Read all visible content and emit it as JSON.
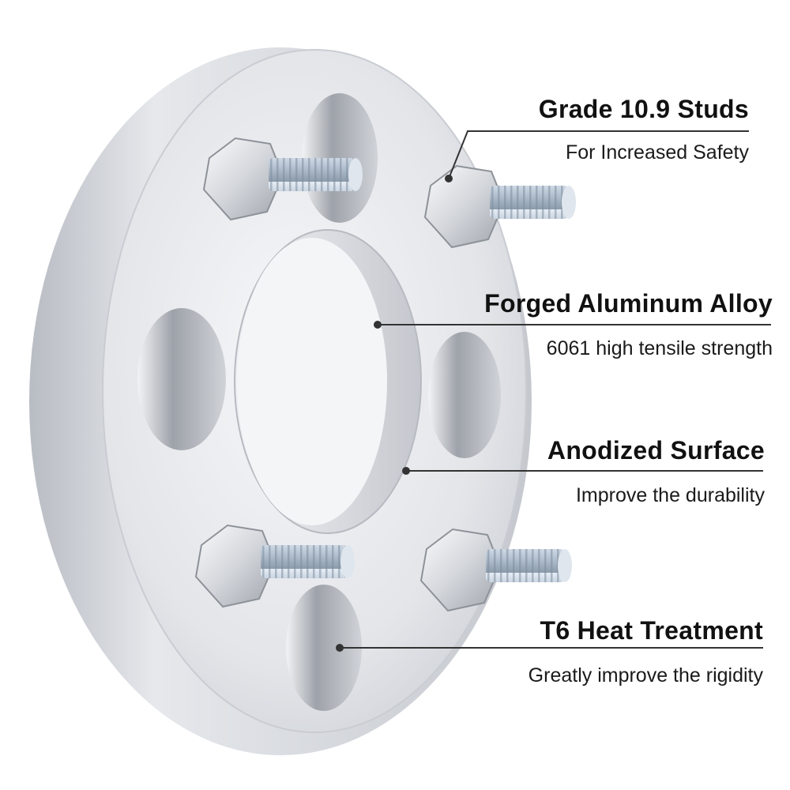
{
  "features": [
    {
      "title": "Grade 10.9 Studs",
      "subtitle": "For Increased Safety"
    },
    {
      "title": "Forged Aluminum Alloy",
      "subtitle": "6061 high tensile strength"
    },
    {
      "title": "Anodized Surface",
      "subtitle": "Improve the durability"
    },
    {
      "title": "T6 Heat Treatment",
      "subtitle": "Greatly improve the rigidity"
    }
  ],
  "colors": {
    "background": "#ffffff",
    "aluminum_light": "#eef0f3",
    "aluminum_mid": "#d3d6dc",
    "aluminum_dark": "#a9adb5",
    "steel_stud": "#c7d3e0",
    "leader_line": "#333333"
  },
  "icons": [
    "wheel-spacer-image",
    "lug-nut-icon",
    "threaded-stud-icon",
    "leader-dot-icon"
  ]
}
